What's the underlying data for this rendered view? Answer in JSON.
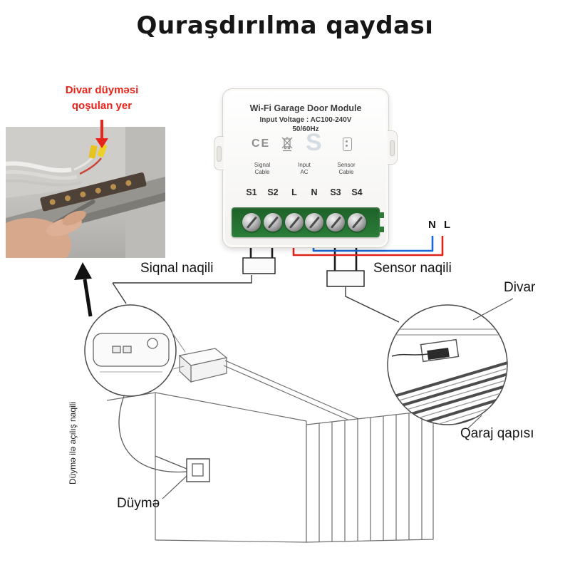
{
  "page": {
    "title": "Quraşdırılma qaydası"
  },
  "photo": {
    "callout": "Divar düyməsi\nqoşulan yer"
  },
  "module": {
    "title": "Wi-Fi Garage Door Module",
    "voltage": "Input Voltage : AC100-240V",
    "frequency": "50/60Hz",
    "ce_mark": "CE",
    "watermark": "S",
    "groups": [
      "Signal\nCable",
      "Input\nAC",
      "Sensor\nCable"
    ],
    "terminals": [
      "S1",
      "S2",
      "L",
      "N",
      "S3",
      "S4"
    ]
  },
  "wiring": {
    "neutral_label": "N",
    "live_label": "L"
  },
  "labels": {
    "signal_cable": "Siqnal naqili",
    "sensor_cable": "Sensor naqili",
    "wall": "Divar",
    "garage_door": "Qaraj qapısı",
    "button": "Düymə",
    "button_wire": "Düymə ilə açılış naqili"
  },
  "colors": {
    "callout_red": "#e8231a",
    "wire_live_red": "#e02318",
    "wire_neutral_blue": "#1668d6",
    "wire_black": "#1b1b1b",
    "terminal_block_green": "#1d6128"
  }
}
